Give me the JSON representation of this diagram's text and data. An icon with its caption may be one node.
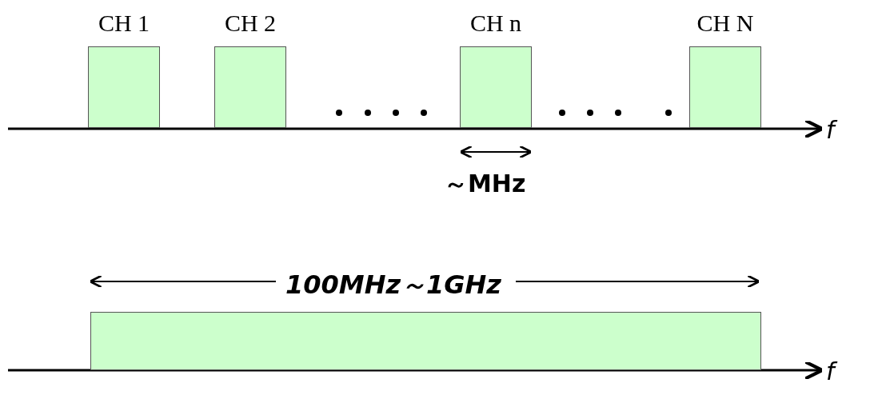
{
  "diagram": {
    "nodes": [
      {
        "text": [
          "CH 1"
        ]
      },
      {
        "text": [
          "CH 2"
        ]
      },
      {
        "text": [
          "CH n"
        ]
      },
      {
        "text": [
          "CH N"
        ]
      },
      {
        "text": [],
        "shape": "box"
      }
    ],
    "edges": [],
    "labels": [
      "f",
      "～MHz",
      "100MHz～1GHz",
      "f"
    ]
  }
}
